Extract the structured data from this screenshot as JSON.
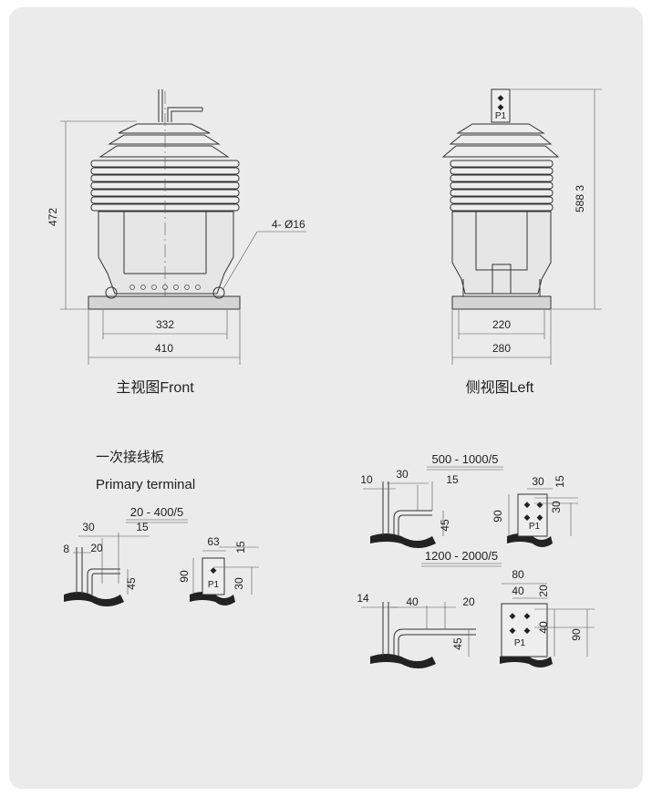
{
  "front": {
    "caption": "主视图Front",
    "dim_height": "472",
    "dim_holes": "4- Ø16",
    "dim_inner_width": "332",
    "dim_outer_width": "410"
  },
  "left": {
    "caption": "侧视图Left",
    "dim_height": "588 3",
    "terminal_mark": "P1",
    "dim_inner_width": "220",
    "dim_outer_width": "280"
  },
  "terminal": {
    "title_cn": "一次接线板",
    "title_en": "Primary terminal",
    "variants": [
      {
        "ratio": "20 - 400/5",
        "side_dims": [
          "8",
          "30",
          "20",
          "15",
          "45"
        ],
        "plate_dims": [
          "63",
          "15",
          "90",
          "30"
        ],
        "plate_mark": "P1"
      },
      {
        "ratio": "500 - 1000/5",
        "side_dims": [
          "10",
          "30",
          "15",
          "45"
        ],
        "plate_dims": [
          "30",
          "15",
          "90",
          "30"
        ],
        "plate_mark": "P1"
      },
      {
        "ratio": "1200 - 2000/5",
        "side_dims": [
          "14",
          "40",
          "20",
          "45"
        ],
        "plate_dims": [
          "80",
          "40",
          "20",
          "40",
          "90"
        ],
        "plate_mark": "P1"
      }
    ]
  }
}
